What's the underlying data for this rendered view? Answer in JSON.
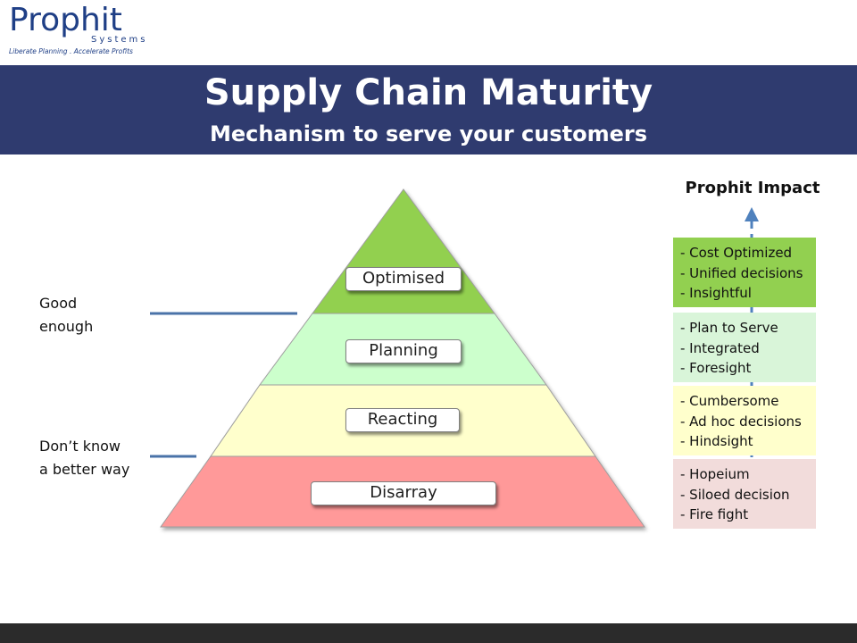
{
  "logo": {
    "name": "Prophit",
    "sub": "Systems",
    "tagline": "Liberate Planning . Accelerate Profits"
  },
  "banner": {
    "title": "Supply Chain Maturity",
    "subtitle": "Mechanism to serve your customers"
  },
  "pyramid": {
    "levels": [
      {
        "label": "Optimised",
        "color": "#92d050"
      },
      {
        "label": "Planning",
        "color": "#ccffcc"
      },
      {
        "label": "Reacting",
        "color": "#ffffcc"
      },
      {
        "label": "Disarray",
        "color": "#ff9999"
      }
    ]
  },
  "side_labels": {
    "good_enough": [
      "Good",
      "enough"
    ],
    "dont_know": [
      "Don’t know",
      "a better way"
    ]
  },
  "impact": {
    "title": "Prophit Impact",
    "boxes": [
      {
        "lines": [
          "- Cost Optimized",
          "- Unified decisions",
          "- Insightful"
        ],
        "color": "#92d050"
      },
      {
        "lines": [
          "- Plan to Serve",
          "- Integrated",
          "- Foresight"
        ],
        "color": "#d9f5d9"
      },
      {
        "lines": [
          "- Cumbersome",
          "- Ad hoc decisions",
          "- Hindsight"
        ],
        "color": "#ffffcc"
      },
      {
        "lines": [
          "- Hopeium",
          "- Siloed decision",
          "- Fire fight"
        ],
        "color": "#f2dcdb"
      }
    ],
    "arrow_color": "#4f81bd"
  }
}
